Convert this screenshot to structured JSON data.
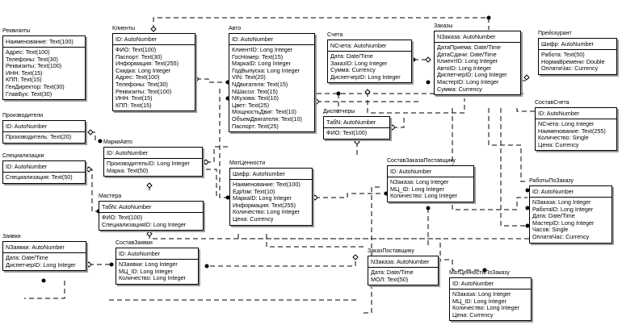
{
  "diagram": {
    "type": "database-schema",
    "entities": [
      {
        "id": "rekvizity",
        "name": "Реквизиты",
        "pk": "Наименование: Text(100)",
        "fields": [
          "Адрес: Text(100)",
          "Телефоны: Text(30)",
          "Реквизиты: Text(100)",
          "ИНН: Text(15)",
          "КПП: Text(15)",
          "ГенДиректор: Text(30)",
          "ГлавБух: Text(30)"
        ]
      },
      {
        "id": "klienty",
        "name": "Клиенты",
        "pk": "ID: AutoNumber",
        "fields": [
          "ФИО: Text(100)",
          "Паспорт: Text(30)",
          "Информация: Text(255)",
          "Скидка: Long Integer",
          "Адрес: Text(100)",
          "Телефоны: Text(30)",
          "Реквизиты: Text(100)",
          "ИНН: Text(15)",
          "КПП: Text(15)"
        ]
      },
      {
        "id": "avto",
        "name": "Авто",
        "pk": "ID: AutoNumber",
        "fields": [
          "КлиентID: Long Integer",
          "ГосНомер: Text(15)",
          "МаркаID: Long Integer",
          "ГодВыпуска: Long Integer",
          "VIN: Text(20)",
          "NДвигателя: Text(15)",
          "NШасси: Text(15)",
          "NКузова: Text(10)",
          "Цвет: Text(25)",
          "МощностьДвиг: Text(10)",
          "ОбъемДвигателя: Text(10)",
          "Паспорт: Text(25)"
        ]
      },
      {
        "id": "scheta",
        "name": "Счета",
        "pk": "NСчета: AutoNumber",
        "fields": [
          "Дата: Date/Time",
          "ЗаказID: Long Integer",
          "Сумма: Currency",
          "ДиспетчерID: Long Integer"
        ]
      },
      {
        "id": "zakazy",
        "name": "Заказы",
        "pk": "NЗаказа: AutoNumber",
        "fields": [
          "ДатаПриема: Date/Time",
          "ДатаСдачи: Date/Time",
          "КлиентID: Long Integer",
          "АвтоID: Long Integer",
          "ДиспетчерID: Long Integer",
          "МастерID: Long Integer",
          "Сумма: Currency"
        ]
      },
      {
        "id": "preyskurant",
        "name": "Прейскурант",
        "pk": "Шифр: AutoNumber",
        "fields": [
          "Работа: Text(50)",
          "НормаВремени: Double",
          "ОплатаЧас: Currency"
        ]
      },
      {
        "id": "proizvoditeli",
        "name": "Производители",
        "pk": "ID: AutoNumber",
        "fields": [
          "Производитель: Text(20)"
        ]
      },
      {
        "id": "specializacii",
        "name": "Специализации",
        "pk": "ID: AutoNumber",
        "fields": [
          "Специализация: Text(50)"
        ]
      },
      {
        "id": "markiavto",
        "name": "МаркиАвто",
        "pk": "ID: AutoNumber",
        "fields": [
          "ПроизводительID: Long Integer",
          "Марка: Text(50)"
        ]
      },
      {
        "id": "dispetchery",
        "name": "Диспетчеры",
        "pk": "ТабN: AutoNumber",
        "fields": [
          "ФИО: Text(100)"
        ]
      },
      {
        "id": "sostavscheta",
        "name": "СоставСчета",
        "pk": "ID: AutoNumber",
        "fields": [
          "NСчета: Long Integer",
          "Наименование: Text(255)",
          "Количество: Single",
          "Цена: Currency"
        ]
      },
      {
        "id": "mastera",
        "name": "Мастера",
        "pk": "ТабN: AutoNumber",
        "fields": [
          "ФИО: Text(100)",
          "СпециализацияID: Long Integer"
        ]
      },
      {
        "id": "matcennosti",
        "name": "МатЦенности",
        "pk": "Шифр: AutoNumber",
        "fields": [
          "Наименование: Text(100)",
          "ЕдИзм: Text(10)",
          "МаркаID: Long Integer",
          "Информация: Text(255)",
          "Количество: Long Integer",
          "Цена: Currency"
        ]
      },
      {
        "id": "sostavzakazapost",
        "name": "СоставЗаказаПоставщику",
        "pk": "ID: AutoNumber",
        "fields": [
          "NЗаказа: Long Integer",
          "МЦ_ID: Long Integer",
          "Количество: Long Integer"
        ]
      },
      {
        "id": "rabotypozakazu",
        "name": "РаботыПоЗаказу",
        "pk": "ID: AutoNumber",
        "fields": [
          "NЗаказа: Long Integer",
          "РаботаID: Long Integer",
          "Дата: Date/Time",
          "МастерID: Long Integer",
          "Часов: Single",
          "ОплатаЧас: Currency"
        ]
      },
      {
        "id": "zayavki",
        "name": "Заявки",
        "pk": "NЗаявки: AutoNumber",
        "fields": [
          "Дата: Date/Time",
          "ДиспетчерID: Long Integer"
        ]
      },
      {
        "id": "sostavzayavki",
        "name": "СоставЗаявки",
        "pk": "ID: AutoNumber",
        "fields": [
          "NЗаявки: Long Integer",
          "МЦ_ID: Long Integer",
          "Количество: Long Integer"
        ]
      },
      {
        "id": "zakazpost",
        "name": "ЗаказПоставщику",
        "pk": "NЗаказа: AutoNumber",
        "fields": [
          "Дата: Date/Time",
          "МОЛ: Text(50)"
        ]
      },
      {
        "id": "matcennostipozakazu",
        "name": "МатЦенностиПоЗаказу",
        "pk": "ID: AutoNumber",
        "fields": [
          "NЗаказа: Long Integer",
          "МЦ_ID: Long Integer",
          "Количество: Long Integer",
          "Цена: Currency"
        ]
      }
    ],
    "relationships": [
      {
        "from": "klienty",
        "to": "zakazy"
      },
      {
        "from": "klienty",
        "to": "avto"
      },
      {
        "from": "avto",
        "to": "zakazy"
      },
      {
        "from": "markiavto",
        "to": "avto"
      },
      {
        "from": "proizvoditeli",
        "to": "markiavto"
      },
      {
        "from": "specializacii",
        "to": "mastera"
      },
      {
        "from": "mastera",
        "to": "zakazy"
      },
      {
        "from": "mastera",
        "to": "rabotypozakazu"
      },
      {
        "from": "dispetchery",
        "to": "scheta"
      },
      {
        "from": "dispetchery",
        "to": "zakazy"
      },
      {
        "from": "dispetchery",
        "to": "zayavki"
      },
      {
        "from": "zakazy",
        "to": "scheta"
      },
      {
        "from": "scheta",
        "to": "sostavscheta"
      },
      {
        "from": "preyskurant",
        "to": "rabotypozakazu"
      },
      {
        "from": "zakazy",
        "to": "rabotypozakazu"
      },
      {
        "from": "zakazy",
        "to": "matcennostipozakazu"
      },
      {
        "from": "markiavto",
        "to": "matcennosti"
      },
      {
        "from": "matcennosti",
        "to": "sostavzakazapost"
      },
      {
        "from": "matcennosti",
        "to": "sostavzayavki"
      },
      {
        "from": "matcennosti",
        "to": "matcennostipozakazu"
      },
      {
        "from": "zayavki",
        "to": "sostavzayavki"
      },
      {
        "from": "zakazpost",
        "to": "sostavzakazapost"
      }
    ]
  }
}
